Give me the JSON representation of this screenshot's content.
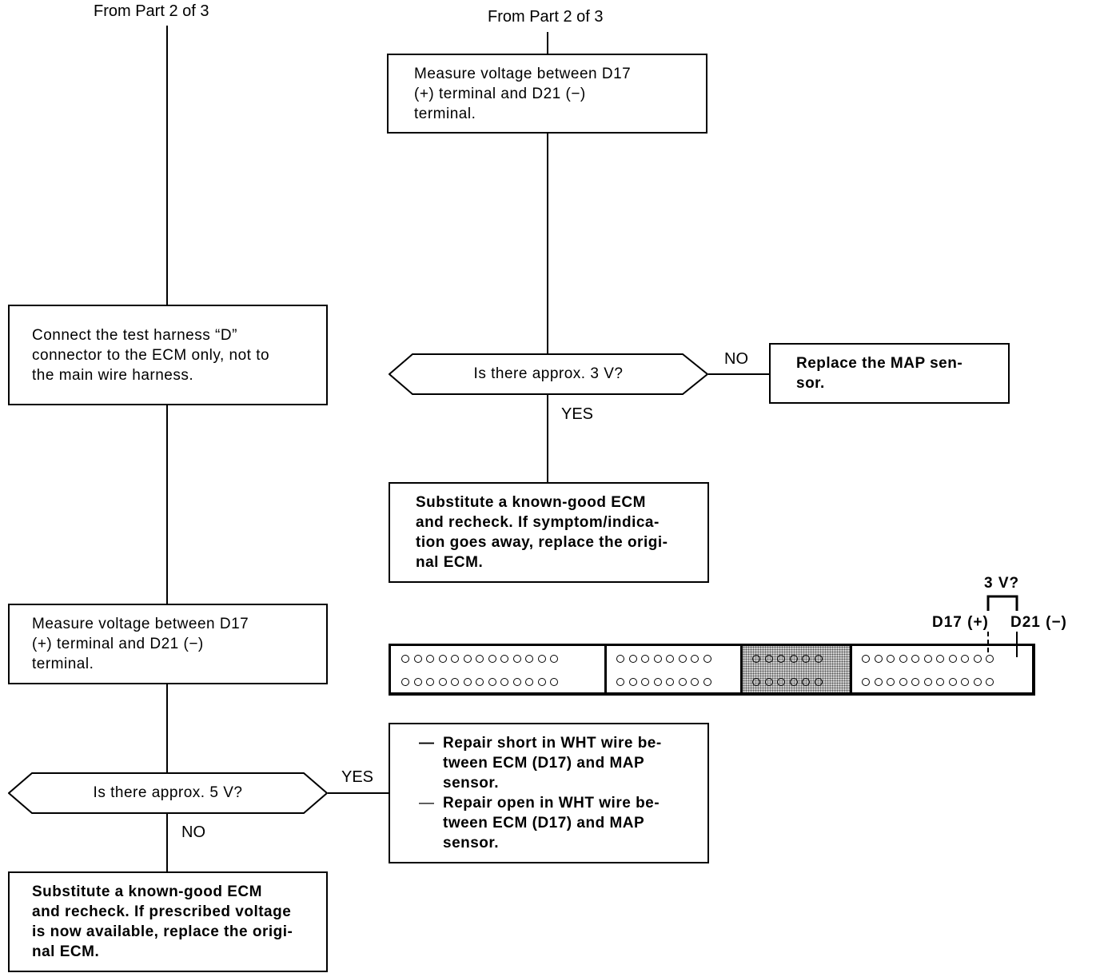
{
  "origin_left": "From Part 2 of 3",
  "origin_right": "From Part 2 of 3",
  "steps": {
    "connect_harness": [
      "Connect the test harness “D”",
      "connector to the ECM only, not to",
      "the main wire harness."
    ],
    "measure_voltage_left": [
      "Measure voltage between D17",
      "(+) terminal and D21 (−)",
      "terminal."
    ],
    "substitute_ecm_left": [
      "Substitute a known-good ECM",
      "and recheck. If prescribed voltage",
      "is now available, replace the origi-",
      "nal ECM."
    ],
    "measure_voltage_right": [
      "Measure voltage between D17",
      "(+) terminal and D21 (−)",
      "terminal."
    ],
    "substitute_ecm_right": [
      "Substitute a known-good ECM",
      "and recheck. If symptom/indica-",
      "tion goes away, replace the origi-",
      "nal ECM."
    ],
    "replace_map": [
      "Replace the MAP sen-",
      "sor."
    ],
    "repair": {
      "dash": "—",
      "items": [
        [
          "Repair short in WHT wire be-",
          "tween ECM (D17) and MAP",
          "sensor."
        ],
        [
          "Repair open in WHT wire be-",
          "tween ECM (D17) and MAP",
          "sensor."
        ]
      ]
    }
  },
  "decisions": {
    "five_volt": "Is there approx. 5 V?",
    "three_volt": "Is there approx. 3 V?"
  },
  "branches": {
    "five_volt_yes": "YES",
    "five_volt_no": "NO",
    "three_volt_yes": "YES",
    "three_volt_no": "NO"
  },
  "connector": {
    "voltage": "3 V?",
    "positive_terminal": "D17 (+)",
    "negative_terminal": "D21 (−)",
    "pin_sections": [
      13,
      8,
      6,
      11
    ]
  }
}
